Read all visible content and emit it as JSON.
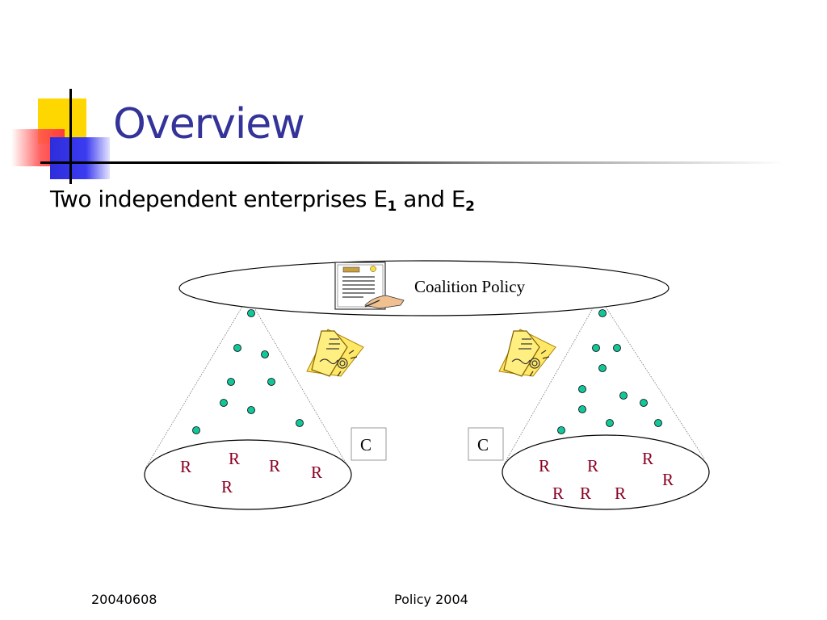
{
  "slide": {
    "title": "Overview",
    "subtitle_main": "Two independent enterprises E",
    "subtitle_sub1": "1",
    "subtitle_mid": " and E",
    "subtitle_sub2": "2"
  },
  "diagram": {
    "coalition_label": "Coalition Policy",
    "left_box_label": "C",
    "right_box_label": "C",
    "left_roles": [
      "R",
      "R",
      "R",
      "R",
      "R"
    ],
    "right_roles": [
      "R",
      "R",
      "R",
      "R",
      "R",
      "R",
      "R"
    ],
    "colors": {
      "node_fill": "#11c79a",
      "role_text": "#8b0023",
      "doc_yellow": "#ffe866"
    },
    "icons": [
      "policy-document-icon",
      "policy-note-icon",
      "policy-note-icon"
    ]
  },
  "footer": {
    "date": "20040608",
    "event": "Policy 2004"
  }
}
